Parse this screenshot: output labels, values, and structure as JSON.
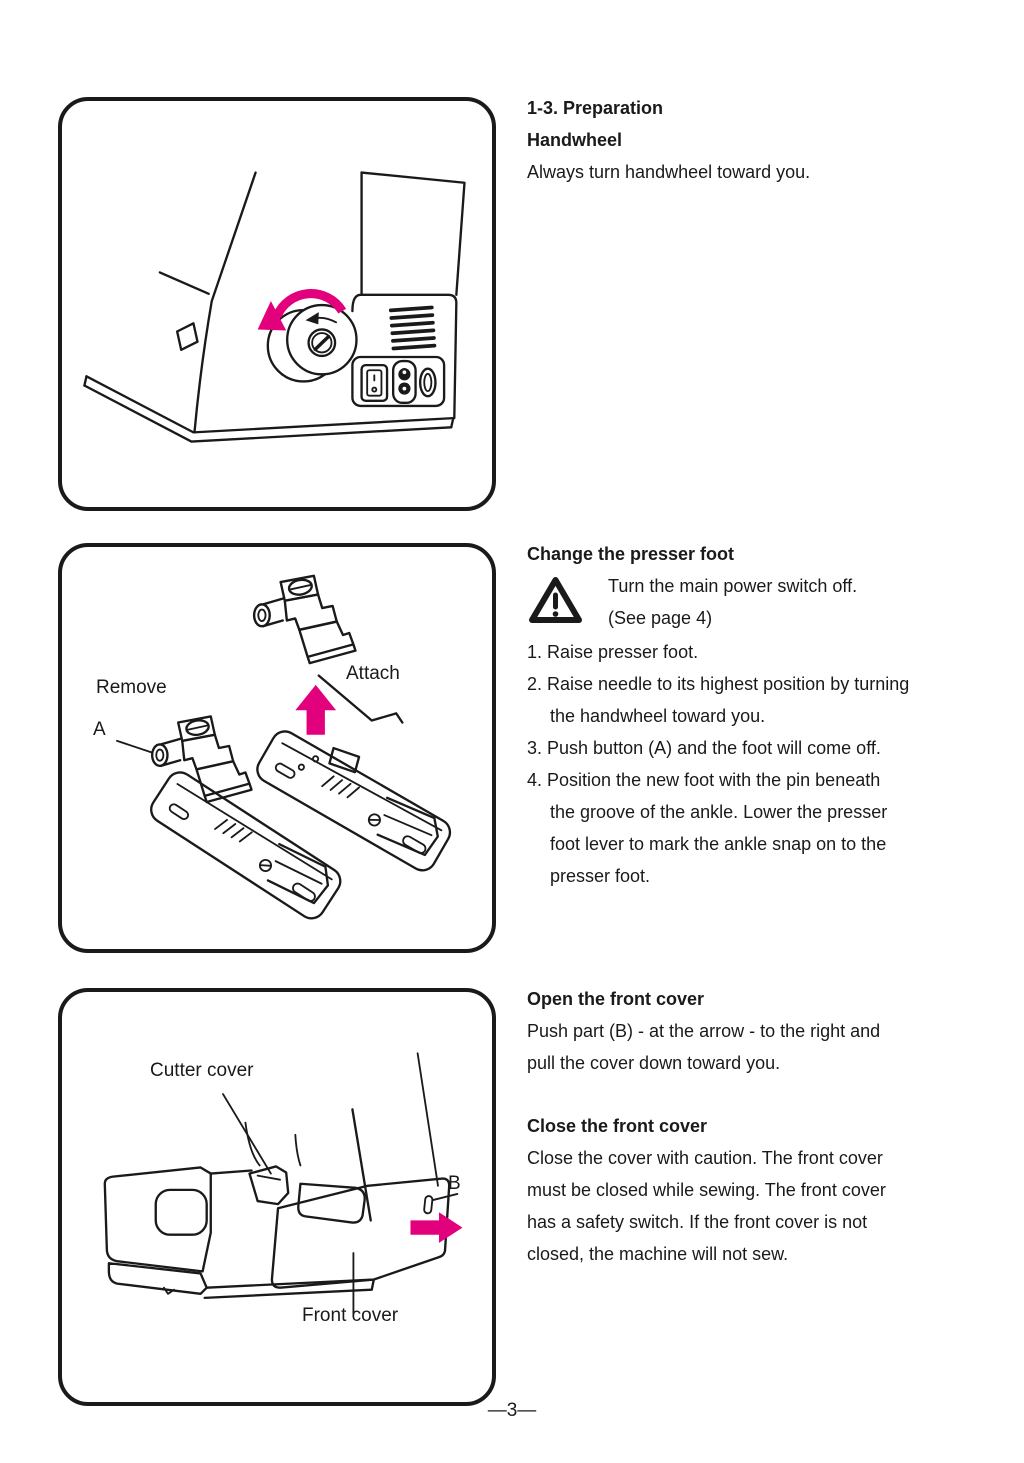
{
  "colors": {
    "accent_pink": "#e2007d",
    "ink": "#1a1a1a"
  },
  "preparation": {
    "heading": "1-3. Preparation",
    "subheading": "Handwheel",
    "body": "Always turn handwheel toward you."
  },
  "presser_foot": {
    "heading": "Change the presser foot",
    "warning": {
      "line1": "Turn the main power switch off.",
      "line2": "(See page 4)"
    },
    "steps": [
      {
        "lines": [
          "1. Raise presser foot."
        ]
      },
      {
        "lines": [
          "2. Raise needle to its highest position by turning",
          "the handwheel toward you."
        ]
      },
      {
        "lines": [
          "3. Push button (A) and the foot will come off."
        ]
      },
      {
        "lines": [
          "4. Position the new foot with the pin beneath",
          "the groove of the ankle. Lower the presser",
          "foot lever to mark the ankle snap on to the",
          "presser foot."
        ]
      }
    ],
    "labels": {
      "remove": "Remove",
      "a": "A",
      "attach": "Attach"
    }
  },
  "front_cover": {
    "open_heading": "Open the front cover",
    "open_lines": [
      "Push part (B) - at the arrow - to the right and",
      "pull the cover down toward you."
    ],
    "close_heading": "Close the front cover",
    "close_lines": [
      "Close the cover with caution. The front cover",
      "must be closed while sewing. The front cover",
      "has a safety switch. If the front cover is not",
      "closed, the machine will not sew."
    ],
    "labels": {
      "cutter_cover": "Cutter cover",
      "b": "B",
      "front_cover": "Front cover"
    }
  },
  "footer": {
    "page_number": "—3—"
  }
}
